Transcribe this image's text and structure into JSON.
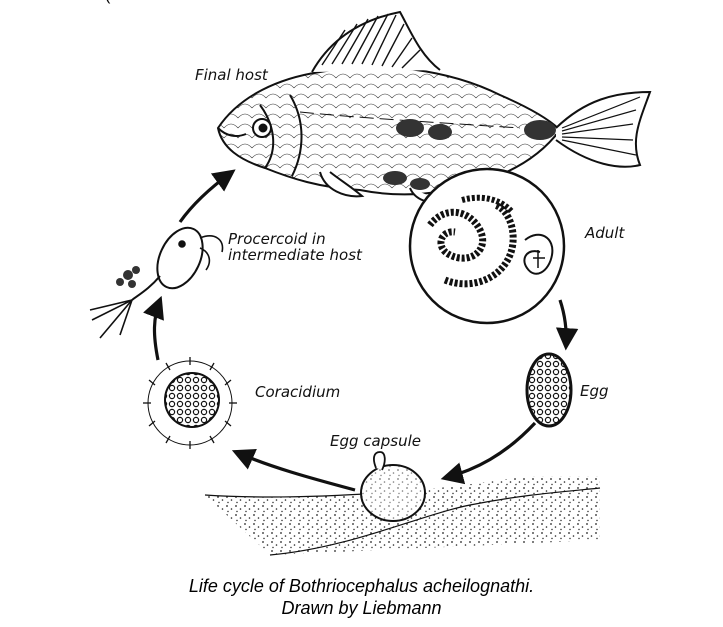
{
  "header_fragment": "(",
  "labels": {
    "final_host": "Final host",
    "adult": "Adult",
    "egg": "Egg",
    "egg_capsule": "Egg capsule",
    "coracidium": "Coracidium",
    "procercoid_line1": "Procercoid in",
    "procercoid_line2": "intermediate host"
  },
  "caption": {
    "line1": "Life cycle of Bothriocephalus acheilognathi.",
    "line2": "Drawn by Liebmann"
  },
  "colors": {
    "ink": "#111111",
    "background": "#ffffff"
  }
}
